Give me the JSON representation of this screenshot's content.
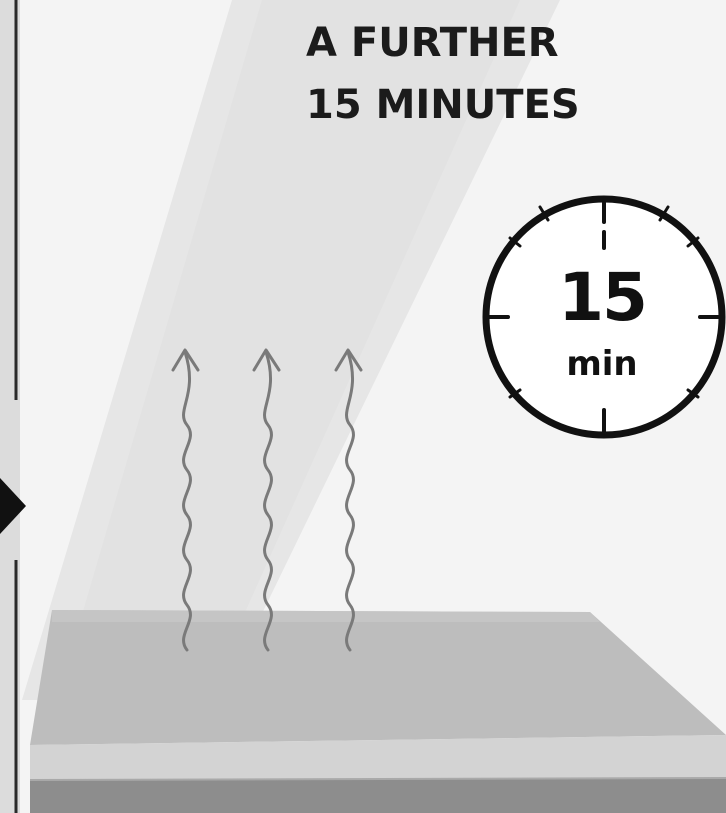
{
  "caption": {
    "line1": "A FURTHER",
    "line2": "15 MINUTES"
  },
  "timer": {
    "value": "15",
    "unit": "min",
    "icon": "stopwatch-icon"
  },
  "illustration": {
    "surface": "tray-surface",
    "heat_waves": 3,
    "colors": {
      "background": "#f4f4f4",
      "ink": "#111111",
      "tray_top": "#bdbdbd",
      "tray_edge": "#8d8d8d",
      "wave": "#7a7a7a"
    }
  }
}
